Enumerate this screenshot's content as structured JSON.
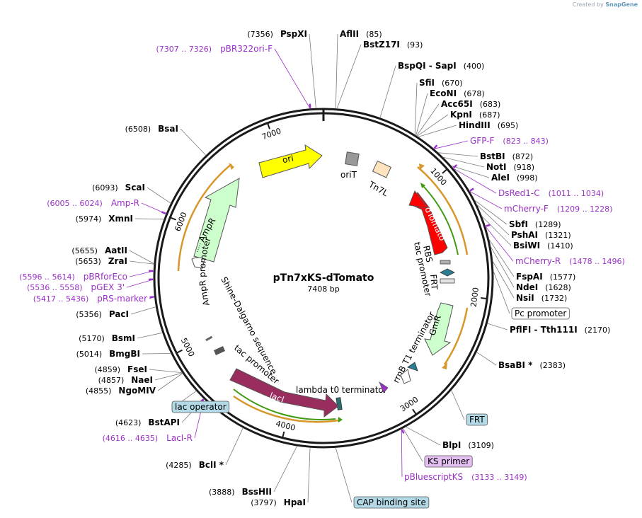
{
  "watermark": {
    "prefix": "Created by",
    "brand": "SnapGene"
  },
  "plasmid": {
    "name": "pTn7xKS-dTomato",
    "length_label": "7408 bp",
    "length": 7408
  },
  "colors": {
    "enzyme": "#000000",
    "primer": "#9b30c8",
    "leader": "#7a7a7a",
    "backbone": "#1a1a1a",
    "ampr_fill": "#ccffcc",
    "ori_fill": "#ffff00",
    "lacI_fill": "#992d5e",
    "dTomato_fill": "#ff0000",
    "gmr_fill": "#ccffcc",
    "orf_stroke": "#d8972c",
    "green_arrow": "#3f9a10",
    "terminator": "#666666",
    "box_cap": "#b3d9e6",
    "box_ks": "#e4bff2",
    "box_frt": "#b3d9e6",
    "box_lac": "#b3d9e6"
  },
  "scale": [
    {
      "pos": 1000,
      "label": "1000"
    },
    {
      "pos": 2000,
      "label": "2000"
    },
    {
      "pos": 3000,
      "label": "3000"
    },
    {
      "pos": 4000,
      "label": "4000"
    },
    {
      "pos": 5000,
      "label": "5000"
    },
    {
      "pos": 6000,
      "label": "6000"
    },
    {
      "pos": 7000,
      "label": "7000"
    }
  ],
  "labels": [
    {
      "kind": "enzyme",
      "name": "PspXI",
      "num": "(7356)",
      "side": "left"
    },
    {
      "kind": "enzyme",
      "name": "AflII",
      "num": "(85)",
      "side": "right"
    },
    {
      "kind": "enzyme",
      "name": "BstZ17I",
      "num": "(93)",
      "side": "right"
    },
    {
      "kind": "enzyme",
      "name": "BspQI  - SapI",
      "num": "(400)",
      "side": "right"
    },
    {
      "kind": "enzyme",
      "name": "SfiI",
      "num": "(670)",
      "side": "right"
    },
    {
      "kind": "enzyme",
      "name": "EcoNI",
      "num": "(678)",
      "side": "right"
    },
    {
      "kind": "enzyme",
      "name": "Acc65I",
      "num": "(683)",
      "side": "right"
    },
    {
      "kind": "enzyme",
      "name": "KpnI",
      "num": "(687)",
      "side": "right"
    },
    {
      "kind": "enzyme",
      "name": "HindIII",
      "num": "(695)",
      "side": "right"
    },
    {
      "kind": "primer",
      "name": "GFP-F",
      "num": "(823 .. 843)",
      "side": "right"
    },
    {
      "kind": "enzyme",
      "name": "BstBI",
      "num": "(872)",
      "side": "right"
    },
    {
      "kind": "enzyme",
      "name": "NotI",
      "num": "(918)",
      "side": "right"
    },
    {
      "kind": "enzyme",
      "name": "AleI",
      "num": "(998)",
      "side": "right"
    },
    {
      "kind": "primer",
      "name": "DsRed1-C",
      "num": "(1011 .. 1034)",
      "side": "right"
    },
    {
      "kind": "primer",
      "name": "mCherry-F",
      "num": "(1209 .. 1228)",
      "side": "right"
    },
    {
      "kind": "enzyme",
      "name": "SbfI",
      "num": "(1289)",
      "side": "right"
    },
    {
      "kind": "enzyme",
      "name": "PshAI",
      "num": "(1321)",
      "side": "right"
    },
    {
      "kind": "enzyme",
      "name": "BsiWI",
      "num": "(1410)",
      "side": "right"
    },
    {
      "kind": "primer",
      "name": "mCherry-R",
      "num": "(1478 .. 1496)",
      "side": "right"
    },
    {
      "kind": "enzyme",
      "name": "FspAI",
      "num": "(1577)",
      "side": "right"
    },
    {
      "kind": "enzyme",
      "name": "NdeI",
      "num": "(1628)",
      "side": "right"
    },
    {
      "kind": "enzyme",
      "name": "NsiI",
      "num": "(1732)",
      "side": "right"
    },
    {
      "kind": "feature-box",
      "name": "Pc promoter",
      "num": "",
      "side": "right"
    },
    {
      "kind": "enzyme",
      "name": "PflFI  - Tth111I",
      "num": "(2170)",
      "side": "right"
    },
    {
      "kind": "enzyme",
      "name": "BsaBI *",
      "num": "(2383)",
      "side": "right"
    },
    {
      "kind": "feature-box",
      "name": "FRT",
      "num": "",
      "side": "right"
    },
    {
      "kind": "enzyme",
      "name": "BlpI",
      "num": "(3109)",
      "side": "right"
    },
    {
      "kind": "feature-box",
      "name": "KS primer",
      "num": "",
      "side": "right"
    },
    {
      "kind": "primer",
      "name": "pBluescriptKS",
      "num": "(3133 .. 3149)",
      "side": "right"
    },
    {
      "kind": "feature-box",
      "name": "CAP binding site",
      "num": "",
      "side": "right"
    },
    {
      "kind": "enzyme",
      "name": "HpaI",
      "num": "(3797)",
      "side": "left"
    },
    {
      "kind": "enzyme",
      "name": "BssHII",
      "num": "(3888)",
      "side": "left"
    },
    {
      "kind": "enzyme",
      "name": "BclI *",
      "num": "(4285)",
      "side": "left"
    },
    {
      "kind": "primer",
      "name": "LacI-R",
      "num": "(4616 .. 4635)",
      "side": "left"
    },
    {
      "kind": "enzyme",
      "name": "BstAPI",
      "num": "(4623)",
      "side": "left"
    },
    {
      "kind": "feature-box",
      "name": "lac operator",
      "num": "",
      "side": "left"
    },
    {
      "kind": "enzyme",
      "name": "NgoMIV",
      "num": "(4855)",
      "side": "left"
    },
    {
      "kind": "enzyme",
      "name": "NaeI",
      "num": "(4857)",
      "side": "left"
    },
    {
      "kind": "enzyme",
      "name": "FseI",
      "num": "(4859)",
      "side": "left"
    },
    {
      "kind": "enzyme",
      "name": "BmgBI",
      "num": "(5014)",
      "side": "left"
    },
    {
      "kind": "enzyme",
      "name": "BsmI",
      "num": "(5170)",
      "side": "left"
    },
    {
      "kind": "enzyme",
      "name": "PacI",
      "num": "(5356)",
      "side": "left"
    },
    {
      "kind": "primer",
      "name": "pRS-marker",
      "num": "(5417 .. 5436)",
      "side": "left"
    },
    {
      "kind": "primer",
      "name": "pGEX 3'",
      "num": "(5536 .. 5558)",
      "side": "left"
    },
    {
      "kind": "primer",
      "name": "pBRforEco",
      "num": "(5596 .. 5614)",
      "side": "left"
    },
    {
      "kind": "enzyme",
      "name": "ZraI",
      "num": "(5653)",
      "side": "left"
    },
    {
      "kind": "enzyme",
      "name": "AatII",
      "num": "(5655)",
      "side": "left"
    },
    {
      "kind": "enzyme",
      "name": "XmnI",
      "num": "(5974)",
      "side": "left"
    },
    {
      "kind": "primer",
      "name": "Amp-R",
      "num": "(6005 .. 6024)",
      "side": "left"
    },
    {
      "kind": "enzyme",
      "name": "ScaI",
      "num": "(6093)",
      "side": "left"
    },
    {
      "kind": "enzyme",
      "name": "BsaI",
      "num": "(6508)",
      "side": "left"
    },
    {
      "kind": "primer",
      "name": "pBR322ori-F",
      "num": "(7307 .. 7326)",
      "side": "left"
    }
  ],
  "features": [
    {
      "name": "ori",
      "kind": "arrow",
      "fill": "#ffff00"
    },
    {
      "name": "AmpR",
      "kind": "arrow",
      "fill": "#ccffcc"
    },
    {
      "name": "AmpR promoter",
      "kind": "promoter"
    },
    {
      "name": "oriT",
      "kind": "box"
    },
    {
      "name": "Tn7L",
      "kind": "box"
    },
    {
      "name": "dTomato",
      "kind": "arrow",
      "fill": "#ff0000"
    },
    {
      "name": "RBS",
      "kind": "small"
    },
    {
      "name": "FRT",
      "kind": "small"
    },
    {
      "name": "tac promoter",
      "kind": "promoter"
    },
    {
      "name": "rrnB T1 terminator",
      "kind": "terminator"
    },
    {
      "name": "GmR",
      "kind": "arrow",
      "fill": "#ccffcc"
    },
    {
      "name": "lambda t0 terminator",
      "kind": "terminator"
    },
    {
      "name": "lacI",
      "kind": "arrow",
      "fill": "#992d5e"
    },
    {
      "name": "Shine-Dalgarno sequence",
      "kind": "small"
    },
    {
      "name": "tac promoter",
      "kind": "promoter"
    }
  ]
}
